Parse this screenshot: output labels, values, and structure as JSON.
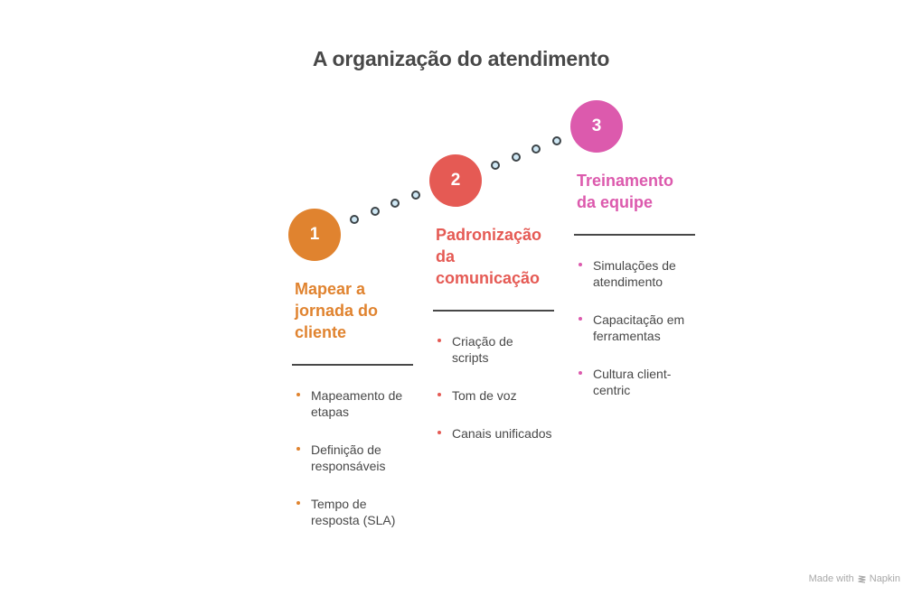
{
  "title": "A organização do atendimento",
  "colors": {
    "step1": "#e0832f",
    "step2": "#e55a54",
    "step3": "#dc5aad",
    "text": "#484848",
    "dot_fill": "#cfe8f5",
    "dot_stroke": "#3d4448"
  },
  "steps": [
    {
      "number": "1",
      "heading": "Mapear a jornada do cliente",
      "items": [
        "Mapeamento de etapas",
        "Definição de responsáveis",
        "Tempo de resposta (SLA)"
      ]
    },
    {
      "number": "2",
      "heading": "Padronização da comunicação",
      "items": [
        "Criação de scripts",
        "Tom de voz",
        "Canais unificados"
      ]
    },
    {
      "number": "3",
      "heading": "Treinamento da equipe",
      "items": [
        "Simulações de atendimento",
        "Capacitação em ferramentas",
        "Cultura client-centric"
      ]
    }
  ],
  "footer": {
    "made_with": "Made with",
    "brand": "Napkin",
    "icon": "napkin-logo-icon"
  }
}
